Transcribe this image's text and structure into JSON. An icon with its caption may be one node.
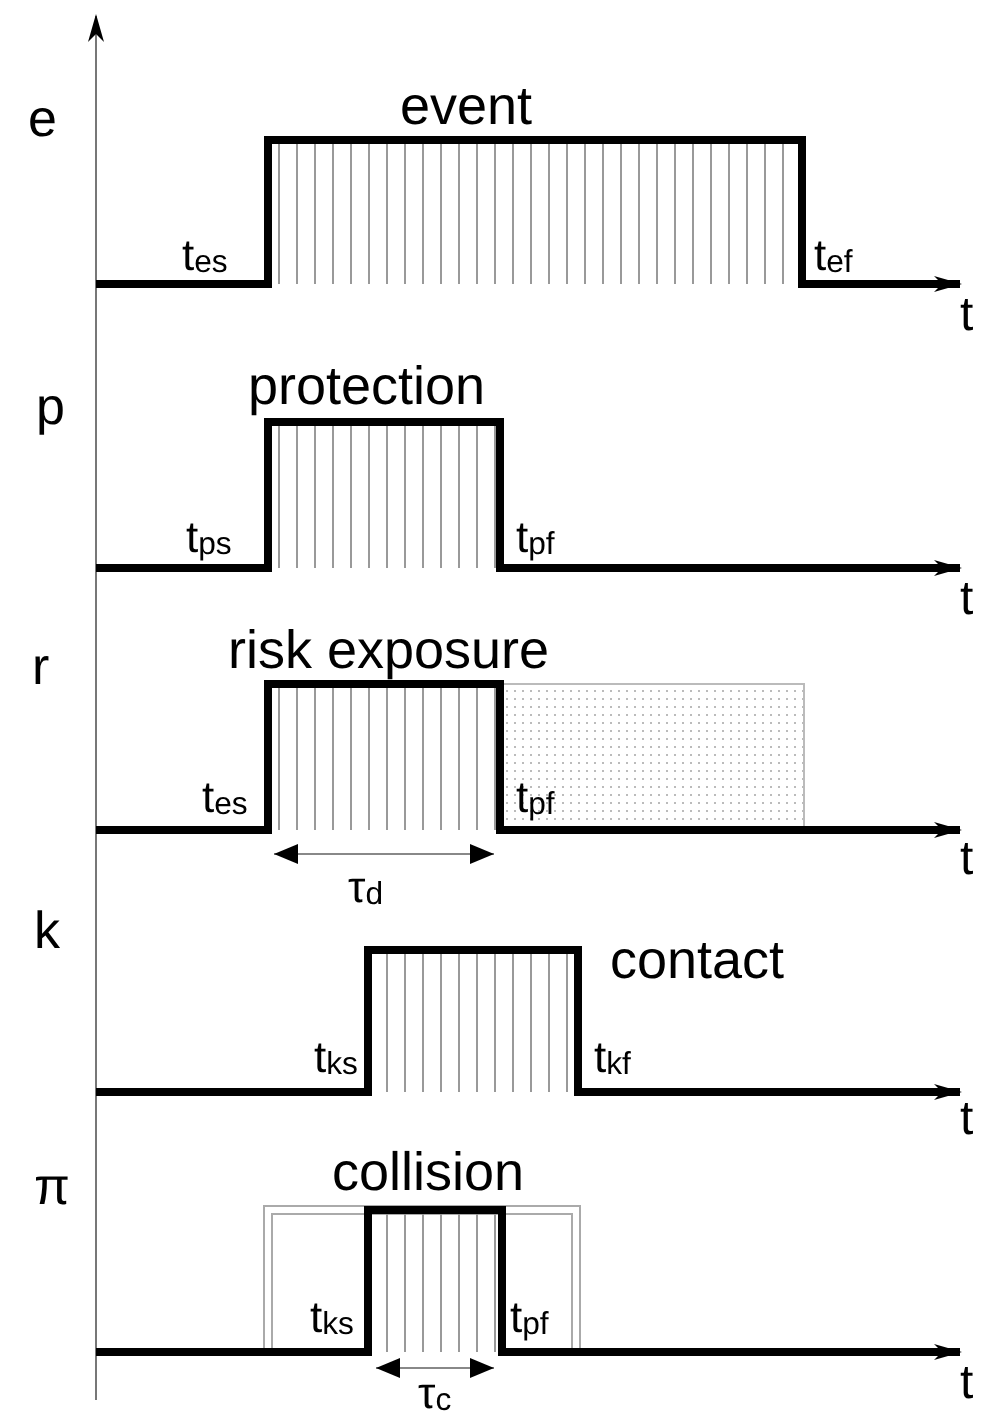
{
  "diagram": {
    "labels": [
      "e",
      "event",
      "t$_{es}$",
      "t$_{ef}$",
      "t",
      "p",
      "protection",
      "t$_{ps}$",
      "t$_{pf}$",
      "t",
      "r",
      "risk exposure",
      "t$_{es}$",
      "t$_{pf}$",
      "t",
      "τ$_{d}$",
      "k",
      "contact",
      "t$_{ks}$",
      "t$_{kf}$",
      "t",
      "π",
      "collision",
      "t$_{ks}$",
      "t$_{pf}$",
      "τ$_{c}$",
      "t"
    ]
  }
}
